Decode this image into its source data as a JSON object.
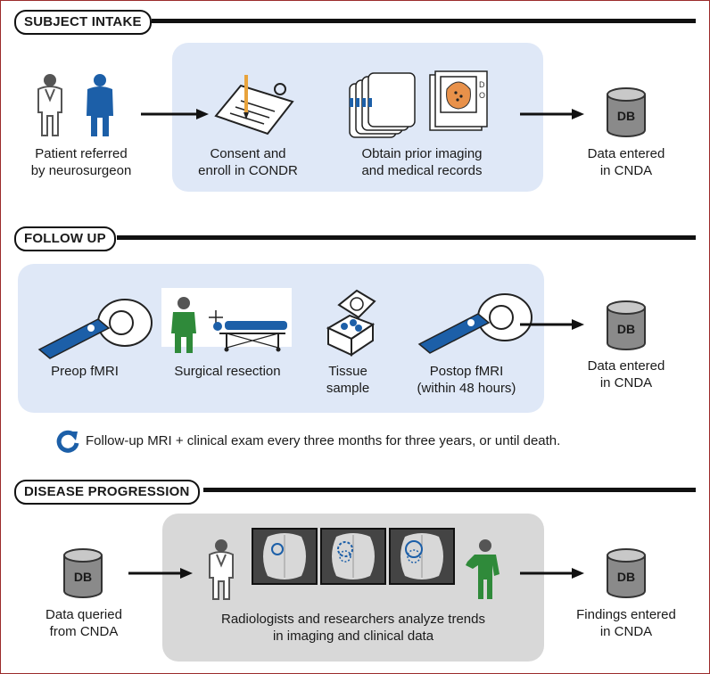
{
  "sections": {
    "intake": {
      "heading": "SUBJECT INTAKE",
      "steps": [
        {
          "label_1": "Patient referred",
          "label_2": "by neurosurgeon"
        },
        {
          "label_1": "Consent and",
          "label_2": "enroll in CONDR"
        },
        {
          "label_1": "Obtain prior imaging",
          "label_2": "and medical records"
        },
        {
          "label_1": "Data entered",
          "label_2": "in CNDA"
        }
      ]
    },
    "followup": {
      "heading": "FOLLOW UP",
      "steps": [
        {
          "label_1": "Preop fMRI",
          "label_2": ""
        },
        {
          "label_1": "Surgical resection",
          "label_2": ""
        },
        {
          "label_1": "Tissue",
          "label_2": "sample"
        },
        {
          "label_1": "Postop fMRI",
          "label_2": "(within 48 hours)"
        },
        {
          "label_1": "Data entered",
          "label_2": "in CNDA"
        }
      ],
      "repeat_note": "Follow-up MRI + clinical exam every three months for three years, or until death."
    },
    "progression": {
      "heading": "DISEASE PROGRESSION",
      "steps": [
        {
          "label_1": "Data queried",
          "label_2": "from CNDA"
        },
        {
          "label_1": "Radiologists and researchers analyze trends",
          "label_2": "in imaging and clinical data"
        },
        {
          "label_1": "Findings entered",
          "label_2": "in CNDA"
        }
      ]
    }
  },
  "db_label": "DB",
  "file_tab_letters": "D\nO",
  "colors": {
    "accent_blue": "#1c5fa8",
    "box_blue": "#dfe8f7",
    "box_gray": "#d8d8d8",
    "surgeon_green": "#2f8a3a",
    "dark": "#111111",
    "brain_orange": "#e8914a",
    "border_red": "#9b2b2b"
  }
}
